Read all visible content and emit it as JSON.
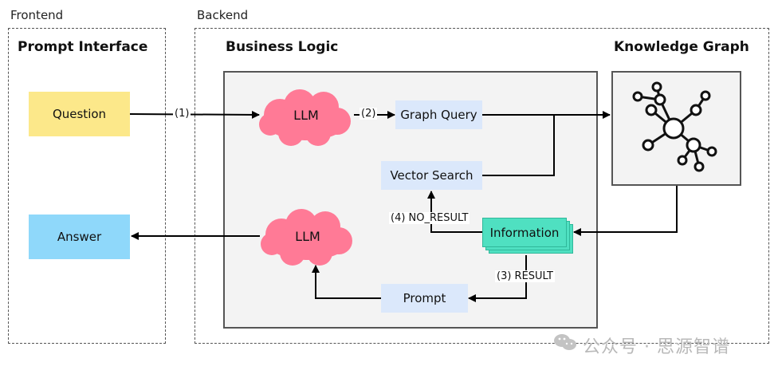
{
  "regions": {
    "frontend": "Frontend",
    "backend": "Backend"
  },
  "sections": {
    "prompt_interface": "Prompt Interface",
    "business_logic": "Business Logic",
    "knowledge_graph": "Knowledge Graph"
  },
  "nodes": {
    "question": "Question",
    "answer": "Answer",
    "llm_top": "LLM",
    "llm_bottom": "LLM",
    "graph_query": "Graph Query",
    "vector_search": "Vector Search",
    "information": "Information",
    "prompt": "Prompt"
  },
  "edges": {
    "e1": "(1)",
    "e2": "(2)",
    "e3": "(3) RESULT",
    "e4": "(4) NO_RESULT"
  },
  "watermark": {
    "text": "公众号 · 思源智谱"
  },
  "colors": {
    "question": "#fce88a",
    "answer": "#8fd8fa",
    "query": "#dbe8fb",
    "llm": "#ff7a96",
    "information": "#4fe0c1"
  }
}
